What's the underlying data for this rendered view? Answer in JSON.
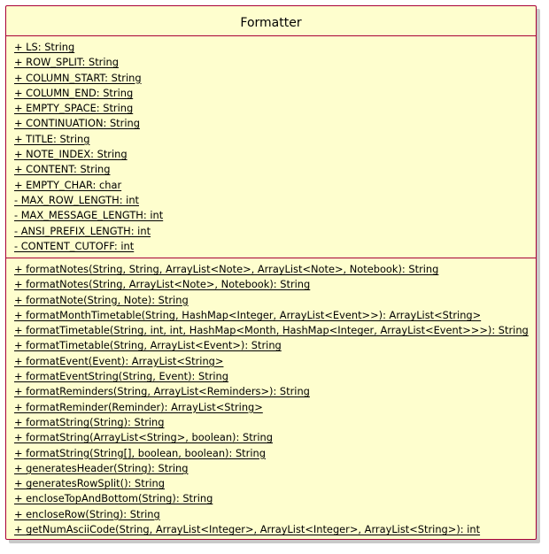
{
  "class_name": "Formatter",
  "attributes": [
    "+ LS: String",
    "+ ROW_SPLIT: String",
    "+ COLUMN_START: String",
    "+ COLUMN_END: String",
    "+ EMPTY_SPACE: String",
    "+ CONTINUATION: String",
    "+ TITLE: String",
    "+ NOTE_INDEX: String",
    "+ CONTENT: String",
    "+ EMPTY_CHAR: char",
    "- MAX_ROW_LENGTH: int",
    "- MAX_MESSAGE_LENGTH: int",
    "- ANSI_PREFIX_LENGTH: int",
    "- CONTENT_CUTOFF: int"
  ],
  "methods": [
    "+ formatNotes(String, String, ArrayList<Note>, ArrayList<Note>, Notebook): String",
    "+ formatNotes(String, ArrayList<Note>, Notebook): String",
    "+ formatNote(String, Note): String",
    "+ formatMonthTimetable(String, HashMap<Integer, ArrayList<Event>>): ArrayList<String>",
    "+ formatTimetable(String, int, int, HashMap<Month, HashMap<Integer, ArrayList<Event>>>): String",
    "+ formatTimetable(String, ArrayList<Event>): String",
    "+ formatEvent(Event): ArrayList<String>",
    "+ formatEventString(String, Event): String",
    "+ formatReminders(String, ArrayList<Reminders>): String",
    "+ formatReminder(Reminder): ArrayList<String>",
    "+ formatString(String): String",
    "+ formatString(ArrayList<String>, boolean): String",
    "+ formatString(String[], boolean, boolean): String",
    "+ generatesHeader(String): String",
    "+ generatesRowSplit(): String",
    "+ encloseTopAndBottom(String): String",
    "+ encloseRow(String): String",
    "+ getNumAsciiCode(String, ArrayList<Integer>, ArrayList<Integer>, ArrayList<String>): int"
  ],
  "colors": {
    "fill": "#fefece",
    "border": "#a80036",
    "shadow": "#c9c9c9"
  }
}
